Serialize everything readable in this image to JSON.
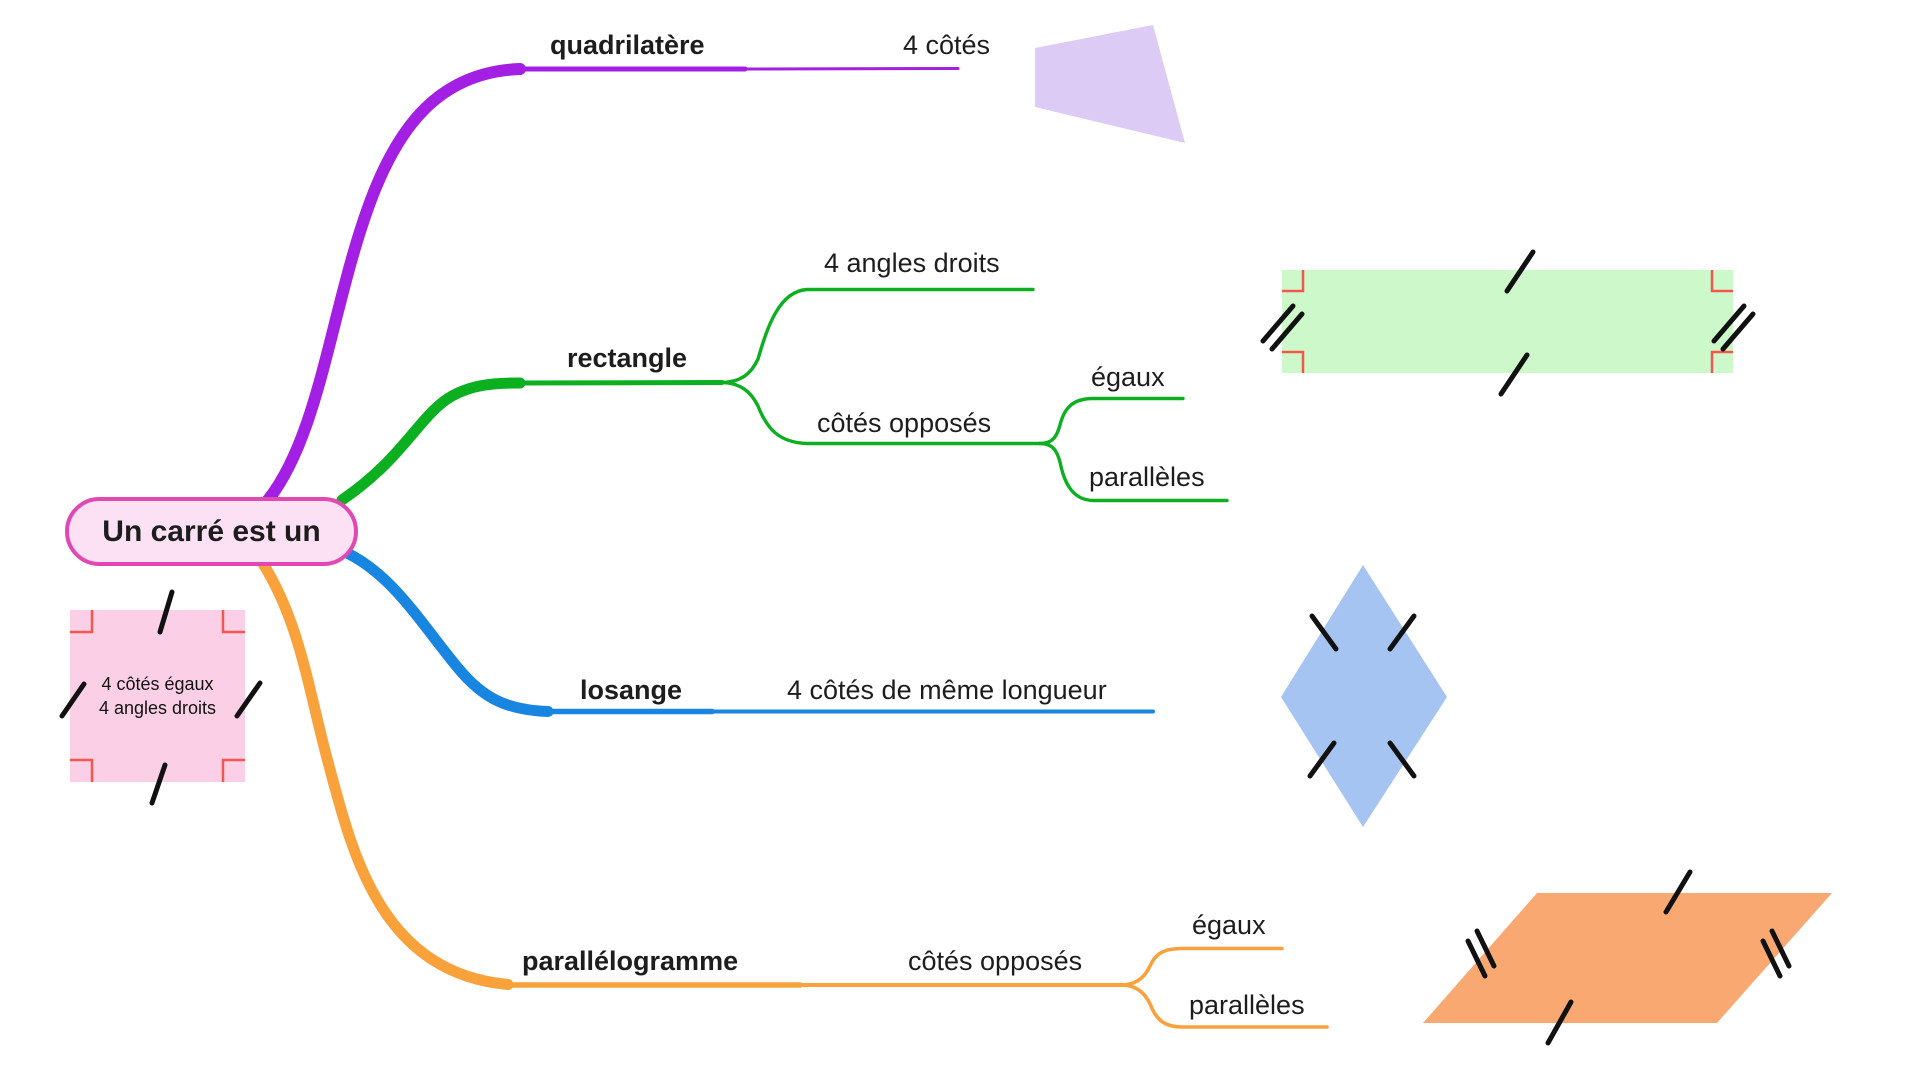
{
  "center_node": {
    "label": "Un carré est un",
    "fill": "#fce0f4",
    "border_color": "#e248b4"
  },
  "branches": {
    "quadrilatere": {
      "label": "quadrilatère",
      "color": "#a21fe3",
      "children": {
        "cotes": {
          "label": "4 côtés"
        }
      }
    },
    "rectangle": {
      "label": "rectangle",
      "color": "#0caf1f",
      "children": {
        "angles": {
          "label": "4 angles droits"
        },
        "cotes_opposes": {
          "label": "côtés opposés",
          "children": {
            "egaux": {
              "label": "égaux"
            },
            "paralleles": {
              "label": "parallèles"
            }
          }
        }
      }
    },
    "losange": {
      "label": "losange",
      "color": "#1886e0",
      "children": {
        "longueur": {
          "label": "4 côtés de même longueur"
        }
      }
    },
    "parallelogramme": {
      "label": "parallélogramme",
      "color": "#f9a23c",
      "children": {
        "cotes_opposes": {
          "label": "côtés opposés",
          "children": {
            "egaux": {
              "label": "égaux"
            },
            "paralleles": {
              "label": "parallèles"
            }
          }
        }
      }
    }
  },
  "square_annotation": {
    "line1": "4 côtés égaux",
    "line2": "4 angles droits",
    "fill": "#fbd0e6",
    "mark_color": "#f4564e"
  },
  "shapes": {
    "quadrilateral": {
      "name": "quadrilatère",
      "fill": "#dccbf4"
    },
    "rectangle": {
      "name": "rectangle",
      "fill": "#ccf8ca",
      "mark_color": "#f4564e"
    },
    "losange": {
      "name": "losange",
      "fill": "#a6c4f2"
    },
    "parallelogramme": {
      "name": "parallélogramme",
      "fill": "#f9a871"
    },
    "tick_color": "#111111"
  }
}
